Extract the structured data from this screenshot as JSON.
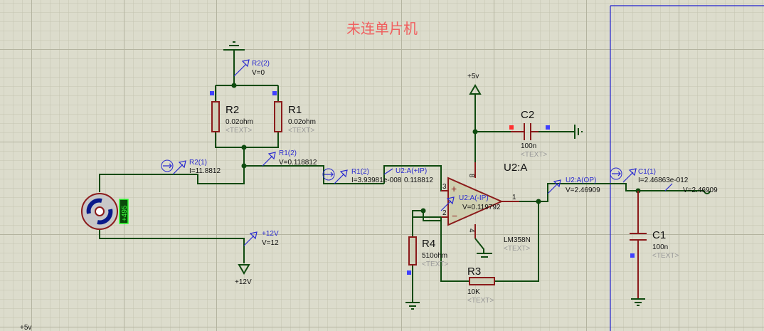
{
  "title_note": "未连单片机",
  "colors": {
    "background": "#dcdccc",
    "wire": "#0f4a0f",
    "pin": "#8b1a1a",
    "probe": "#2a2ad0",
    "note": "#f06060"
  },
  "components": {
    "R1": {
      "ref": "R1",
      "value": "0.02ohm",
      "text": "<TEXT>"
    },
    "R2": {
      "ref": "R2",
      "value": "0.02ohm",
      "text": "<TEXT>"
    },
    "R3": {
      "ref": "R3",
      "value": "10K",
      "text": "<TEXT>"
    },
    "R4": {
      "ref": "R4",
      "value": "510ohm",
      "text": "<TEXT>"
    },
    "C1": {
      "ref": "C1",
      "value": "100n",
      "text": "<TEXT>"
    },
    "C2": {
      "ref": "C2",
      "value": "100n",
      "text": "<TEXT>"
    },
    "U2": {
      "ref": "U2:A",
      "part": "LM358N",
      "text": "<TEXT>",
      "pin_plus": "3",
      "pin_minus": "2",
      "pin_out": "1",
      "pin_vcc": "8",
      "pin_gnd": "4"
    },
    "motor": {
      "rpm": "+495"
    }
  },
  "power": {
    "vcc5": "+5v",
    "vcc12": "+12V",
    "vcc5_corner": "+5v"
  },
  "probes": {
    "r2_2": {
      "name": "R2(2)",
      "value": "V=0"
    },
    "r2_1": {
      "name": "R2(1)",
      "value": "I=11.8812"
    },
    "r1_2v": {
      "name": "R1(2)",
      "value": "V=0.118812"
    },
    "r1_2i": {
      "name": "R1(2)",
      "value": "I=3.93981e-008"
    },
    "u2_ip": {
      "name": "U2:A(+IP)",
      "value": "0.118812"
    },
    "u2_in": {
      "name": "U2:A(-IP)",
      "value": "V=0.119792"
    },
    "u2_op": {
      "name": "U2:A(OP)",
      "value": "V=2.46909"
    },
    "c1_1": {
      "name": "C1(1)",
      "value": "I=2.46863e-012"
    },
    "out_v": {
      "value": "V=2.46909"
    },
    "v12": {
      "name": "+12V",
      "value": "V=12"
    }
  }
}
